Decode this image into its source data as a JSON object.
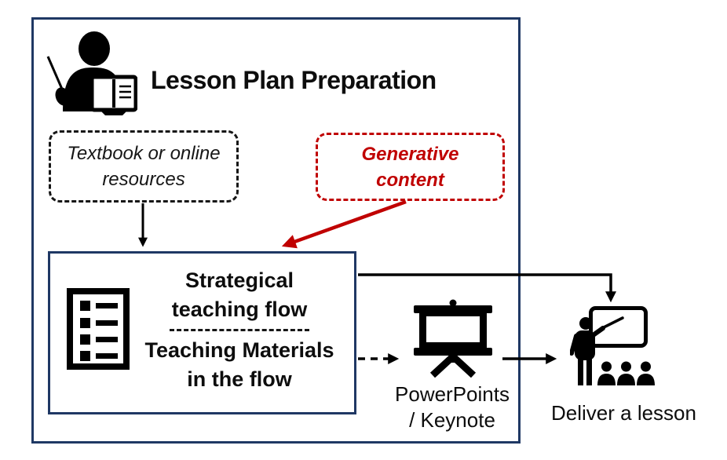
{
  "colors": {
    "container_border": "#1f3864",
    "accent_red": "#c00000",
    "ink": "#111111",
    "background": "#ffffff"
  },
  "header": {
    "title": "Lesson Plan Preparation",
    "icon": "teacher-with-pointer-and-book-icon"
  },
  "source_boxes": {
    "textbook": {
      "line1": "Textbook or online",
      "line2": "resources"
    },
    "generative": {
      "line1": "Generative",
      "line2": "content"
    }
  },
  "plan_box": {
    "icon": "checklist-icon",
    "top_line1": "Strategical",
    "top_line2": "teaching flow",
    "bottom_line1": "Teaching Materials",
    "bottom_line2": "in the flow"
  },
  "presentation": {
    "icon": "projection-screen-icon",
    "line1": "PowerPoints",
    "line2": "/ Keynote"
  },
  "delivery": {
    "icon": "teacher-classroom-icon",
    "label": "Deliver a lesson"
  },
  "arrows": {
    "textbook_to_plan": "solid-black-down",
    "generative_to_plan": "solid-red-diagonal",
    "plan_to_delivery": "solid-black-elbow",
    "plan_to_presentation": "dashed-black-right",
    "presentation_to_delivery": "solid-black-right"
  }
}
